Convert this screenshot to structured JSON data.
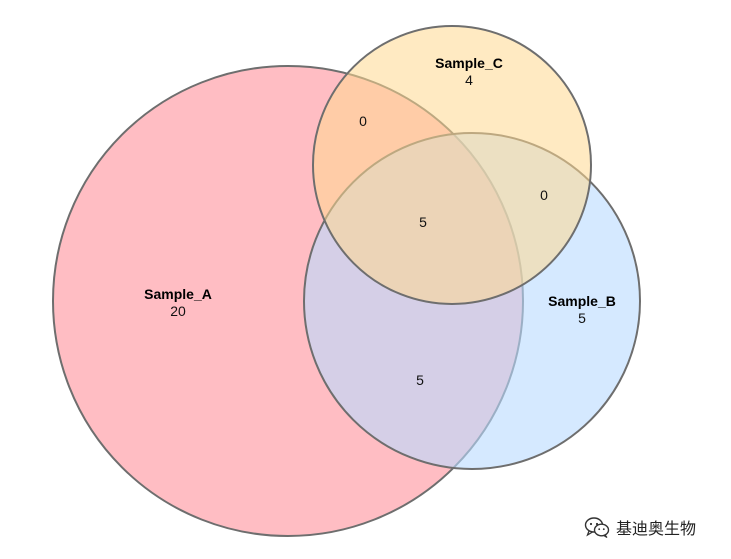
{
  "chart_data": {
    "type": "venn",
    "sets": [
      {
        "key": "A",
        "name": "Sample_A",
        "only_count": "20",
        "color": "#ff9ea6"
      },
      {
        "key": "B",
        "name": "Sample_B",
        "only_count": "5",
        "color": "#b9dbff"
      },
      {
        "key": "C",
        "name": "Sample_C",
        "only_count": "4",
        "color": "#ffd98f"
      }
    ],
    "intersections": {
      "A_C_only": "0",
      "B_C_only": "0",
      "A_B_only": "5",
      "A_B_C": "5"
    },
    "outline_color": "#6e6e6e"
  },
  "watermark": {
    "text": "基迪奥生物",
    "icon": "wechat-icon"
  }
}
